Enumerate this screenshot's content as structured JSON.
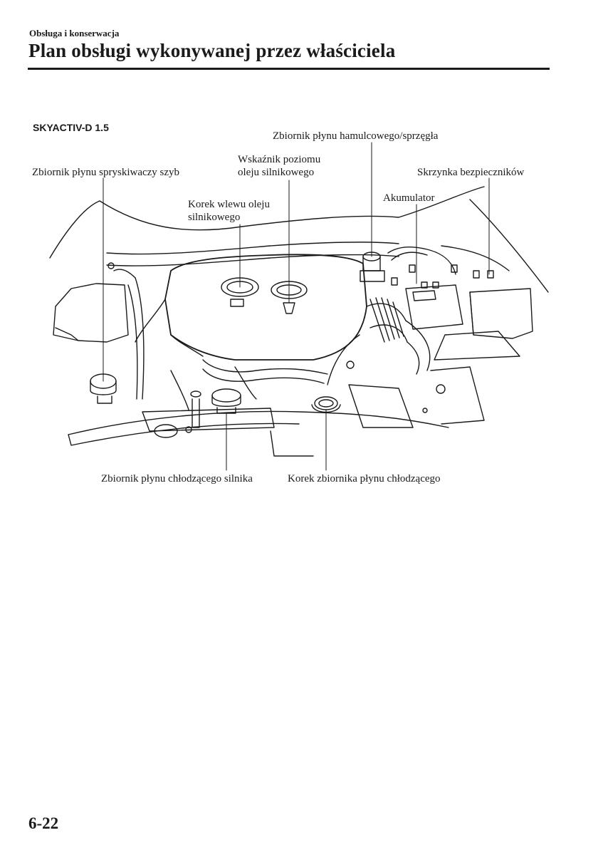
{
  "header": {
    "section": "Obsługa i konserwacja",
    "title": "Plan obsługi wykonywanej przez właściciela"
  },
  "figure": {
    "engine_variant": "SKYACTIV-D 1.5",
    "callouts": {
      "washer_reservoir": "Zbiornik płynu spryskiwaczy szyb",
      "oil_filler_cap": [
        "Korek wlewu oleju",
        "silnikowego"
      ],
      "oil_dipstick": [
        "Wskaźnik poziomu",
        "oleju silnikowego"
      ],
      "brake_clutch_reservoir": "Zbiornik płynu hamulcowego/sprzęgła",
      "battery": "Akumulator",
      "fuse_box": "Skrzynka bezpieczników",
      "coolant_reservoir": "Zbiornik płynu chłodzącego silnika",
      "coolant_cap": "Korek zbiornika płynu chłodzącego"
    }
  },
  "footer": {
    "page_number": "6-22"
  }
}
